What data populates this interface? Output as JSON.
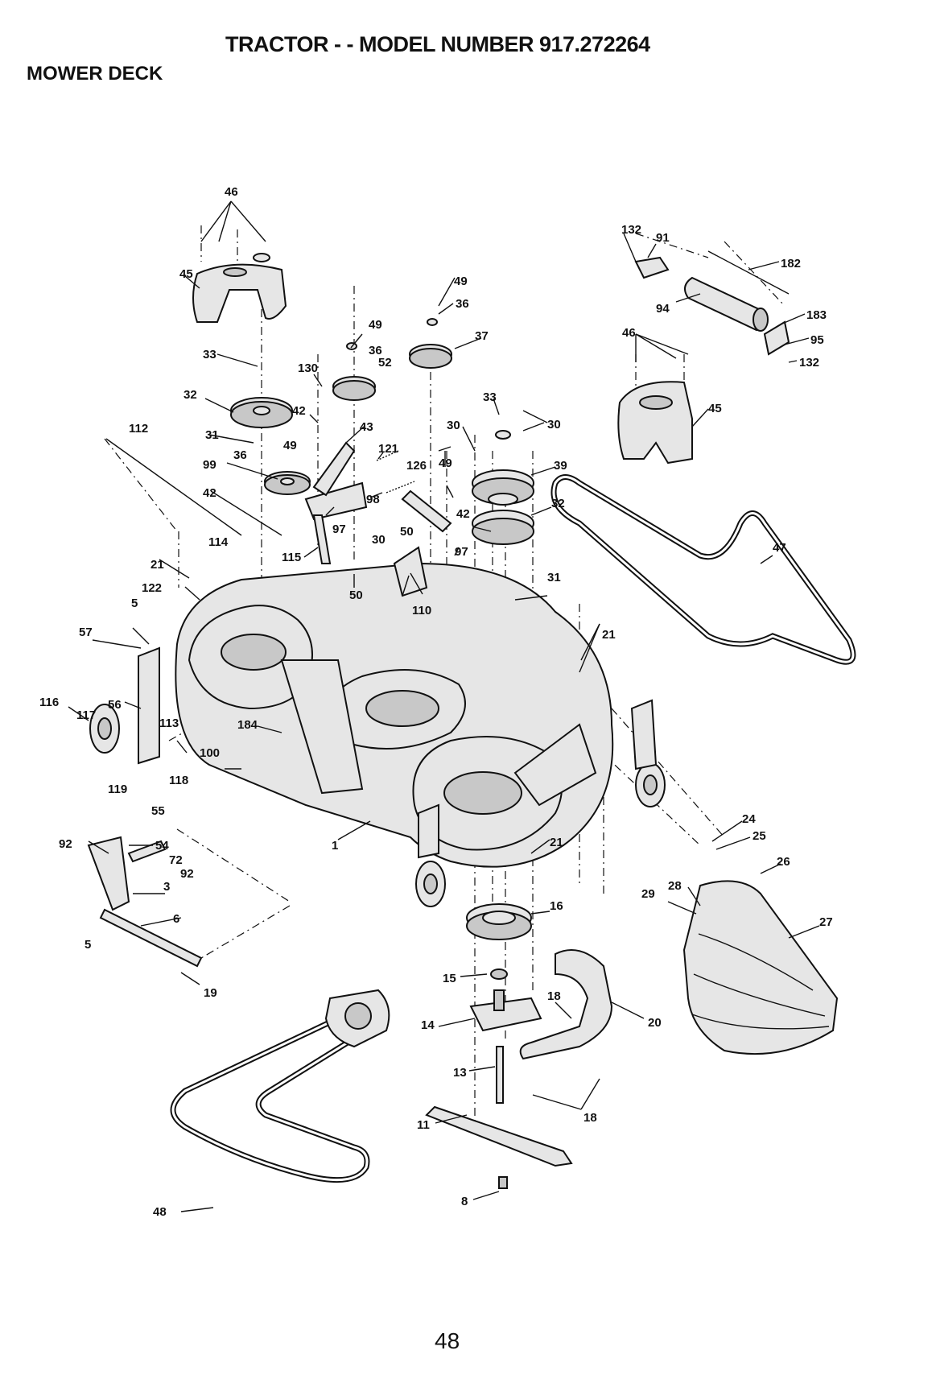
{
  "header": {
    "title": "TRACTOR - - MODEL NUMBER 917.272264",
    "section": "MOWER DECK"
  },
  "page_number": "48",
  "callouts": [
    {
      "id": "c46a",
      "text": "46"
    },
    {
      "id": "c45a",
      "text": "45"
    },
    {
      "id": "c33a",
      "text": "33"
    },
    {
      "id": "c32a",
      "text": "32"
    },
    {
      "id": "c31a",
      "text": "31"
    },
    {
      "id": "c36a",
      "text": "36"
    },
    {
      "id": "c99",
      "text": "99"
    },
    {
      "id": "c42a",
      "text": "42"
    },
    {
      "id": "c112",
      "text": "112"
    },
    {
      "id": "c114",
      "text": "114"
    },
    {
      "id": "c21a",
      "text": "21"
    },
    {
      "id": "c122",
      "text": "122"
    },
    {
      "id": "c5a",
      "text": "5"
    },
    {
      "id": "c57",
      "text": "57"
    },
    {
      "id": "c116",
      "text": "116"
    },
    {
      "id": "c117",
      "text": "117"
    },
    {
      "id": "c56",
      "text": "56"
    },
    {
      "id": "c113",
      "text": "113"
    },
    {
      "id": "c184",
      "text": "184"
    },
    {
      "id": "c100",
      "text": "100"
    },
    {
      "id": "c119",
      "text": "119"
    },
    {
      "id": "c118",
      "text": "118"
    },
    {
      "id": "c55",
      "text": "55"
    },
    {
      "id": "c92a",
      "text": "92"
    },
    {
      "id": "c54",
      "text": "54"
    },
    {
      "id": "c72",
      "text": "72"
    },
    {
      "id": "c92b",
      "text": "92"
    },
    {
      "id": "c3",
      "text": "3"
    },
    {
      "id": "c6",
      "text": "6"
    },
    {
      "id": "c5b",
      "text": "5"
    },
    {
      "id": "c19",
      "text": "19"
    },
    {
      "id": "c48",
      "text": "48"
    },
    {
      "id": "c1",
      "text": "1"
    },
    {
      "id": "c130",
      "text": "130"
    },
    {
      "id": "c42b",
      "text": "42"
    },
    {
      "id": "c49a",
      "text": "49"
    },
    {
      "id": "c49b",
      "text": "49"
    },
    {
      "id": "c36b",
      "text": "36"
    },
    {
      "id": "c52",
      "text": "52"
    },
    {
      "id": "c43",
      "text": "43"
    },
    {
      "id": "c121",
      "text": "121"
    },
    {
      "id": "c98",
      "text": "98"
    },
    {
      "id": "c97a",
      "text": "97"
    },
    {
      "id": "c115",
      "text": "115"
    },
    {
      "id": "c50a",
      "text": "50"
    },
    {
      "id": "c30a",
      "text": "30"
    },
    {
      "id": "c50b",
      "text": "50"
    },
    {
      "id": "c110",
      "text": "110"
    },
    {
      "id": "c49c",
      "text": "49"
    },
    {
      "id": "c36c",
      "text": "36"
    },
    {
      "id": "c37",
      "text": "37"
    },
    {
      "id": "c126",
      "text": "126"
    },
    {
      "id": "c49d",
      "text": "49"
    },
    {
      "id": "c42c",
      "text": "42"
    },
    {
      "id": "c97b",
      "text": "97"
    },
    {
      "id": "c33b",
      "text": "33"
    },
    {
      "id": "c30b",
      "text": "30"
    },
    {
      "id": "c30c",
      "text": "30"
    },
    {
      "id": "c39",
      "text": "39"
    },
    {
      "id": "c32b",
      "text": "32"
    },
    {
      "id": "c31b",
      "text": "31"
    },
    {
      "id": "c21b",
      "text": "21"
    },
    {
      "id": "c21c",
      "text": "21"
    },
    {
      "id": "c16",
      "text": "16"
    },
    {
      "id": "c15",
      "text": "15"
    },
    {
      "id": "c14",
      "text": "14"
    },
    {
      "id": "c13",
      "text": "13"
    },
    {
      "id": "c11",
      "text": "11"
    },
    {
      "id": "c8",
      "text": "8"
    },
    {
      "id": "c18a",
      "text": "18"
    },
    {
      "id": "c18b",
      "text": "18"
    },
    {
      "id": "c20",
      "text": "20"
    },
    {
      "id": "c132a",
      "text": "132"
    },
    {
      "id": "c91",
      "text": "91"
    },
    {
      "id": "c182",
      "text": "182"
    },
    {
      "id": "c94",
      "text": "94"
    },
    {
      "id": "c183",
      "text": "183"
    },
    {
      "id": "c95",
      "text": "95"
    },
    {
      "id": "c132b",
      "text": "132"
    },
    {
      "id": "c46b",
      "text": "46"
    },
    {
      "id": "c45b",
      "text": "45"
    },
    {
      "id": "c47",
      "text": "47"
    },
    {
      "id": "c24",
      "text": "24"
    },
    {
      "id": "c25",
      "text": "25"
    },
    {
      "id": "c26",
      "text": "26"
    },
    {
      "id": "c28",
      "text": "28"
    },
    {
      "id": "c29",
      "text": "29"
    },
    {
      "id": "c27",
      "text": "27"
    }
  ]
}
